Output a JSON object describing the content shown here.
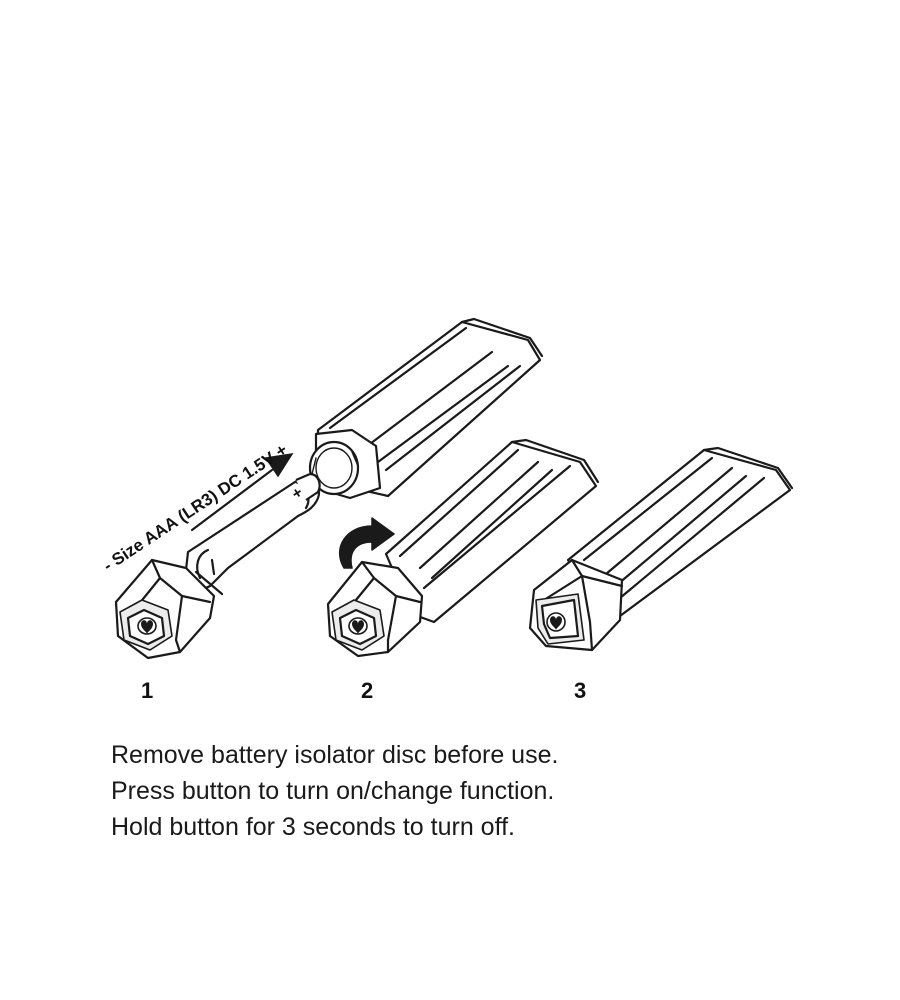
{
  "battery_label": "- Size AAA (LR3) DC 1.5V +",
  "battery_plus": "+",
  "steps": [
    {
      "number": "1"
    },
    {
      "number": "2"
    },
    {
      "number": "3"
    }
  ],
  "instructions": [
    "Remove battery isolator disc before use.",
    "Press button to turn on/change function.",
    "Hold button for 3 seconds to turn off."
  ]
}
